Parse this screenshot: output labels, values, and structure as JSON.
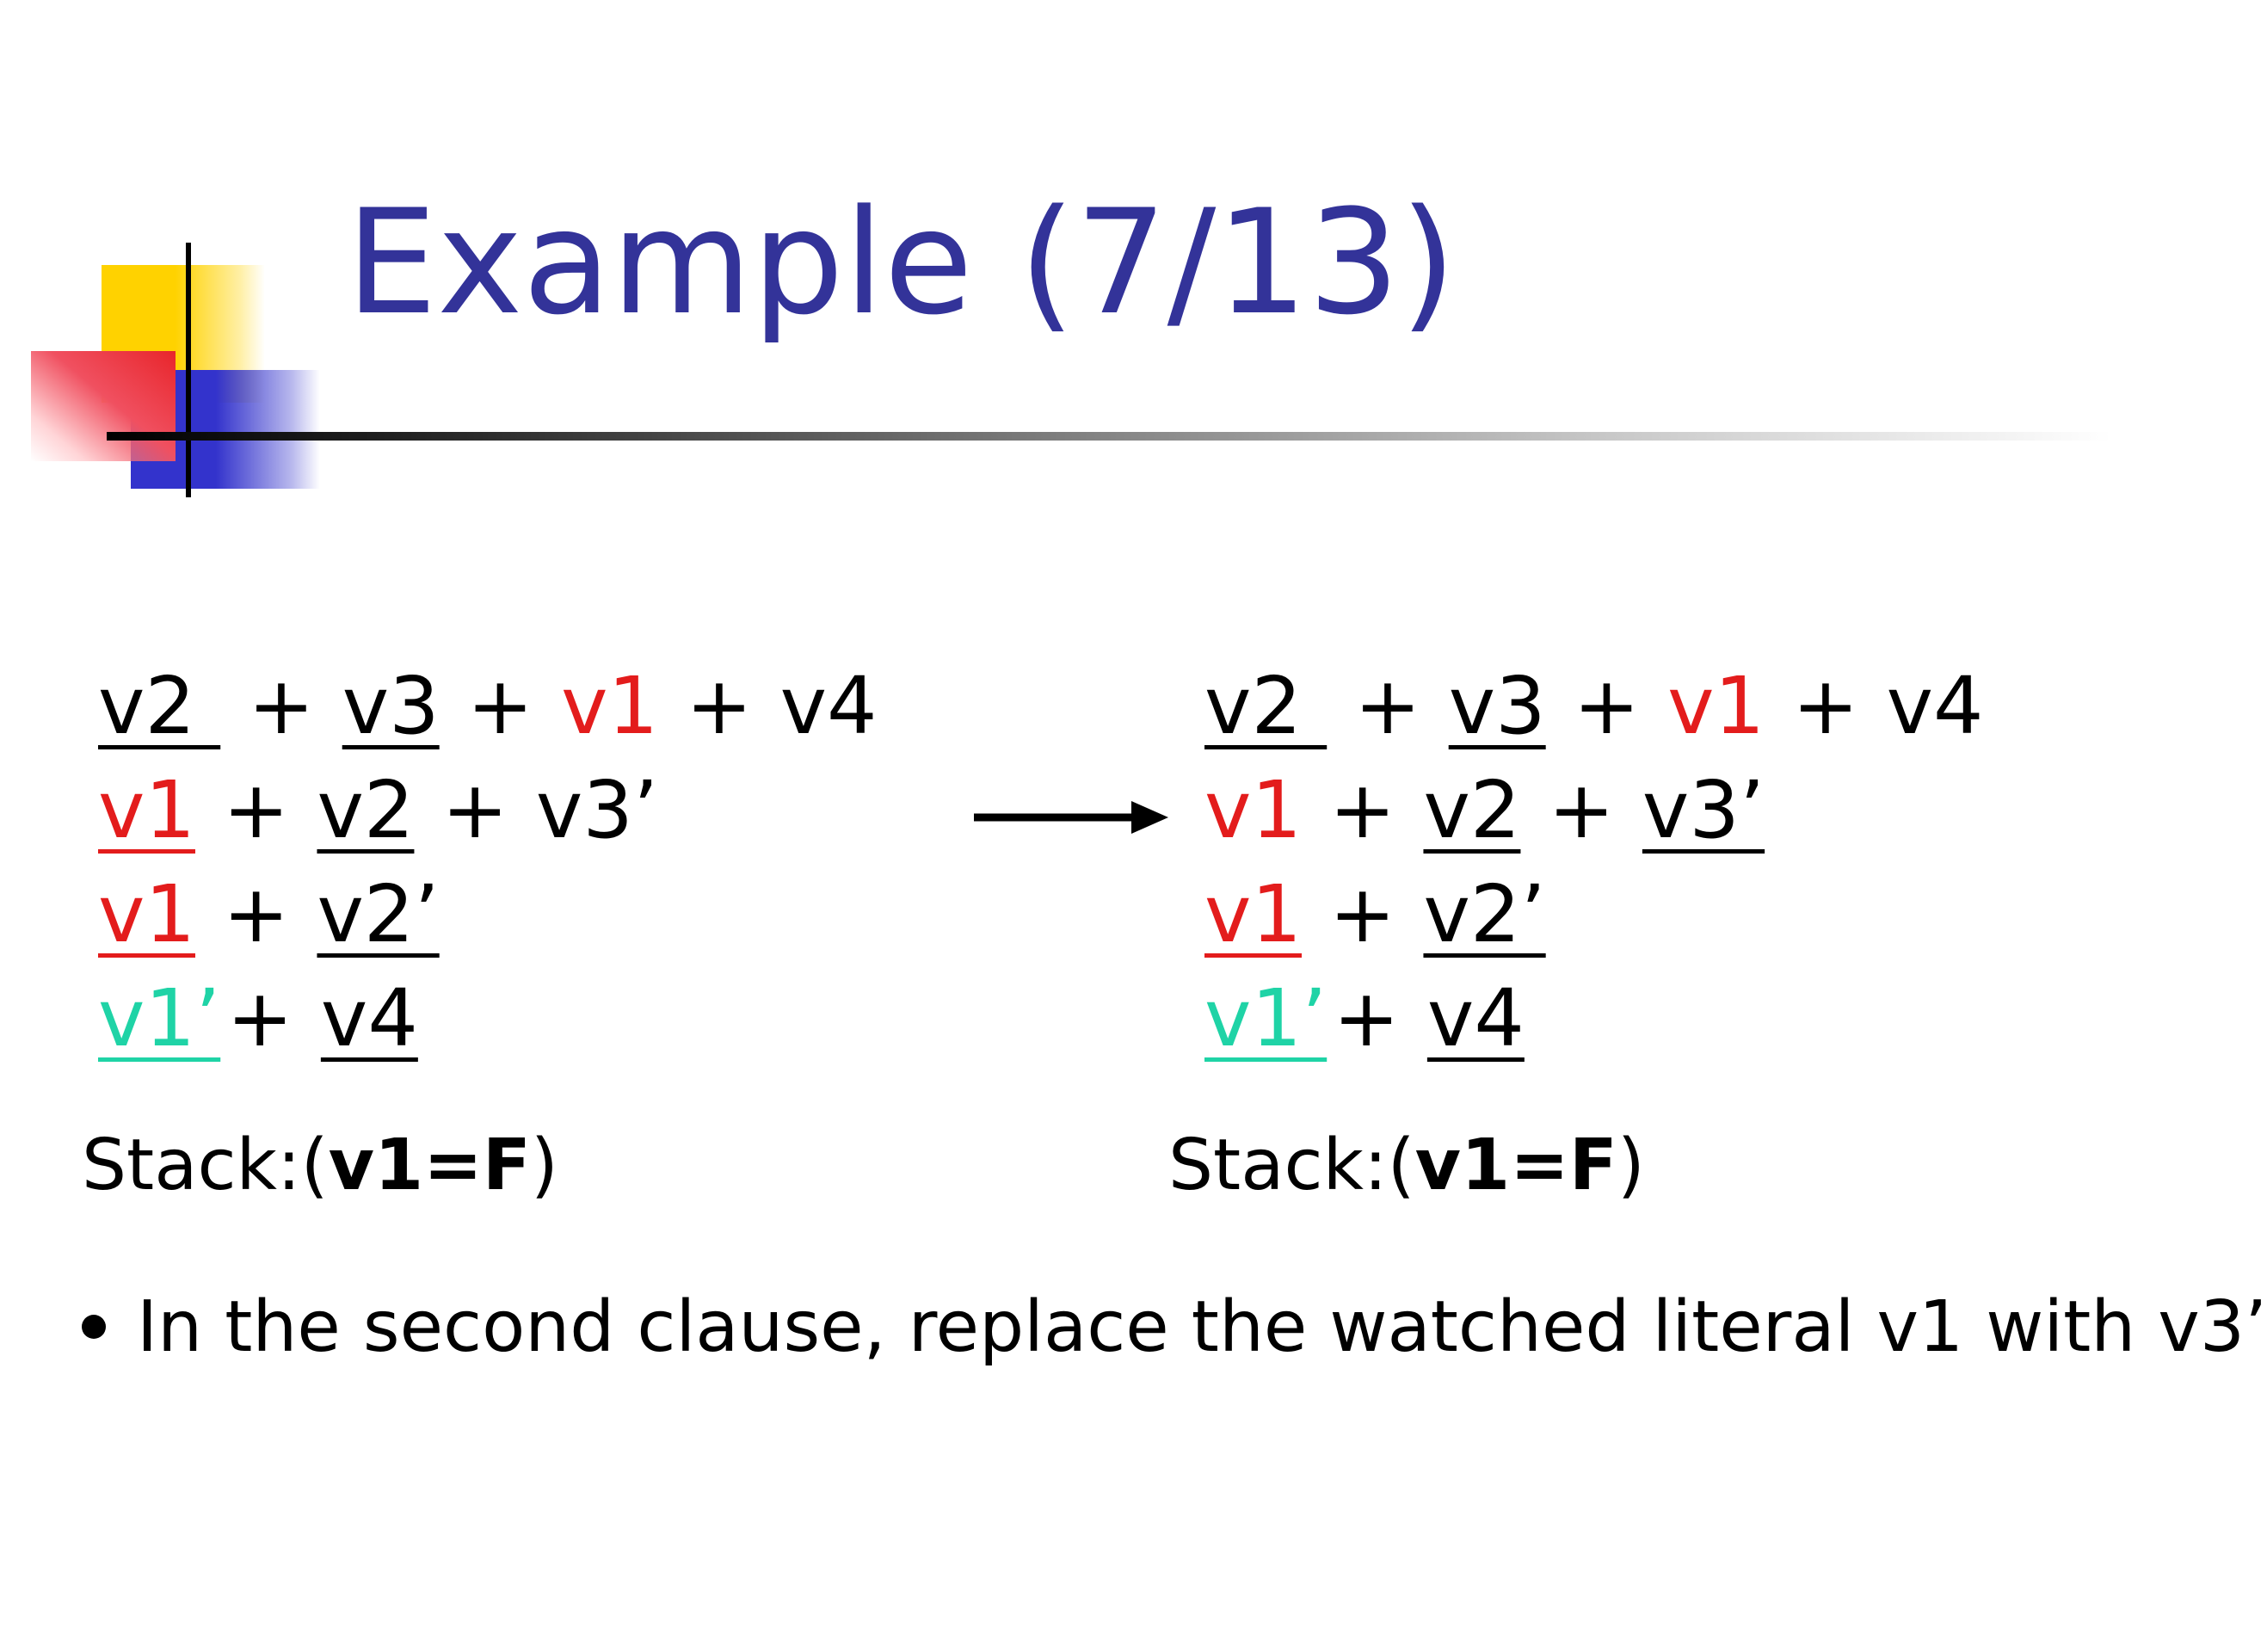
{
  "slide": {
    "title": "Example (7/13)",
    "left": {
      "clauses": [
        [
          {
            "text": "v2 ",
            "underline": true,
            "color": "black"
          },
          {
            "op": "+"
          },
          {
            "text": "v3",
            "underline": true,
            "color": "black"
          },
          {
            "op": "+"
          },
          {
            "text": "v1",
            "underline": false,
            "color": "red"
          },
          {
            "op": "+"
          },
          {
            "text": "v4",
            "underline": false,
            "color": "black"
          }
        ],
        [
          {
            "text": "v1",
            "underline": true,
            "color": "red"
          },
          {
            "op": "+"
          },
          {
            "text": "v2",
            "underline": true,
            "color": "black"
          },
          {
            "op": "+"
          },
          {
            "text": "v3’",
            "underline": false,
            "color": "black"
          }
        ],
        [
          {
            "text": "v1",
            "underline": true,
            "color": "red"
          },
          {
            "op": "+"
          },
          {
            "text": "v2’",
            "underline": true,
            "color": "black"
          }
        ],
        [
          {
            "text": "v1’",
            "underline": true,
            "color": "green"
          },
          {
            "op": "+",
            "tight": true
          },
          {
            "text": "v4",
            "underline": true,
            "color": "black"
          }
        ]
      ],
      "stack_prefix": "Stack:(",
      "stack_bold": "v1=F",
      "stack_suffix": ")"
    },
    "right": {
      "clauses": [
        [
          {
            "text": "v2 ",
            "underline": true,
            "color": "black"
          },
          {
            "op": "+"
          },
          {
            "text": "v3",
            "underline": true,
            "color": "black"
          },
          {
            "op": "+"
          },
          {
            "text": "v1",
            "underline": false,
            "color": "red"
          },
          {
            "op": "+"
          },
          {
            "text": "v4",
            "underline": false,
            "color": "black"
          }
        ],
        [
          {
            "text": "v1",
            "underline": false,
            "color": "red"
          },
          {
            "op": "+"
          },
          {
            "text": "v2",
            "underline": true,
            "color": "black"
          },
          {
            "op": "+"
          },
          {
            "text": "v3’",
            "underline": true,
            "color": "black"
          }
        ],
        [
          {
            "text": "v1",
            "underline": true,
            "color": "red"
          },
          {
            "op": "+"
          },
          {
            "text": "v2’",
            "underline": true,
            "color": "black"
          }
        ],
        [
          {
            "text": "v1’",
            "underline": true,
            "color": "green"
          },
          {
            "op": "+",
            "tight": true
          },
          {
            "text": "v4",
            "underline": true,
            "color": "black"
          }
        ]
      ],
      "stack_prefix": "Stack:(",
      "stack_bold": "v1=F",
      "stack_suffix": ")"
    },
    "bullet": "In the second clause, replace the watched literal v1 with v3’"
  },
  "colors": {
    "title": "#333399",
    "literal_red": "#E31C1C",
    "literal_green": "#1FD3A6",
    "logo_yellow": "#FFD200",
    "logo_blue": "#3333CC",
    "logo_red": "#E8252B"
  },
  "icons": {
    "arrow": "right-arrow-icon",
    "bullet": "bullet-dot"
  }
}
